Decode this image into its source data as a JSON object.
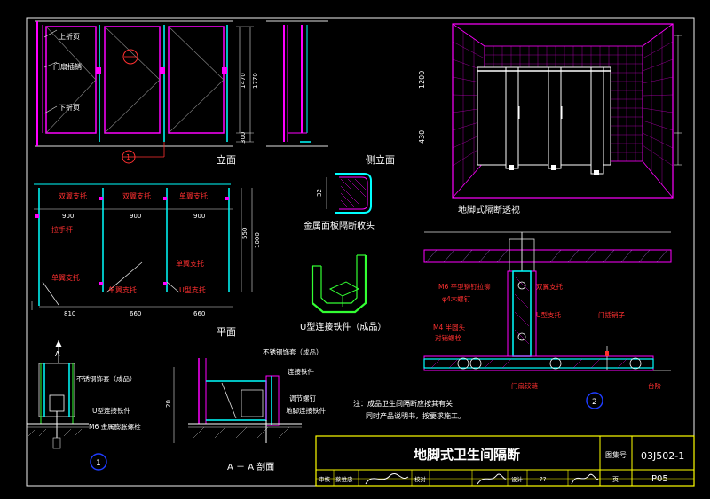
{
  "sheet": {
    "title": "地脚式卫生间隔断",
    "atlas_label": "图集号",
    "atlas_no": "03J502-1",
    "page_no": "P05",
    "review_label": "审核",
    "review_name": "蔡维忠",
    "check_label": "校对",
    "design_label": "设计",
    "page_label": "页",
    "signature_mark": "??",
    "note_line1": "注：成品卫生间隔断应按其有关",
    "note_line2": "同时产品说明书，按要求施工。"
  },
  "elevation": {
    "caption": "立面",
    "side_caption": "侧立面",
    "label_upper_hinge": "上折页",
    "label_door_lock": "门扇插销",
    "label_lower_hinge": "下折页",
    "dim_1470": "1470",
    "dim_1770": "1770",
    "dim_300": "300",
    "callout_no": "1"
  },
  "perspective": {
    "caption": "地脚式隔断透视",
    "dim_1200": "1200",
    "dim_430": "430"
  },
  "plan": {
    "caption": "平面",
    "label_double_wing_1": "双翼支托",
    "label_double_wing_2": "双翼支托",
    "label_single_wing_top": "单翼支托",
    "label_handle": "拉手杆",
    "label_single_wing_left": "单翼支托",
    "label_single_wing_bottom": "单翼支托",
    "label_u_support": "U型支托",
    "label_single_wing_right": "单翼支托",
    "dim_900_a": "900",
    "dim_900_b": "900",
    "dim_900_c": "900",
    "dim_810": "810",
    "dim_660_a": "660",
    "dim_660_b": "660",
    "dim_550": "550",
    "dim_1000": "1000"
  },
  "metal_edge": {
    "caption": "金属面板隔断收头",
    "dim_32": "32"
  },
  "u_connector": {
    "caption": "U型连接铁件（成品）"
  },
  "detail1": {
    "label_a": "A",
    "label_stainless": "不锈钢饰套（成品）",
    "label_u_iron": "U型连接铁件",
    "label_m6": "M6  金属膨胀螺栓",
    "callout_no": "1"
  },
  "section_aa": {
    "caption": "A － A 剖面",
    "label_stainless": "不锈钢饰套（成品）",
    "label_connect": "连接铁件",
    "label_adjust": "调节螺钉",
    "label_ground": "地脚连接铁件",
    "dim_label": "20"
  },
  "detail2": {
    "label_m6_rivet": "M6 平型铆钉拉铆",
    "label_pvc": "φ4木螺钉",
    "label_m4_screw": "M4  半圆头",
    "label_bolt": "对销螺栓",
    "label_double_wing": "双翼支托",
    "label_u_support": "U型支托",
    "label_door_latch": "门插销子",
    "label_hinge": "门扇铰链",
    "label_step": "台阶",
    "callout_no": "2"
  }
}
